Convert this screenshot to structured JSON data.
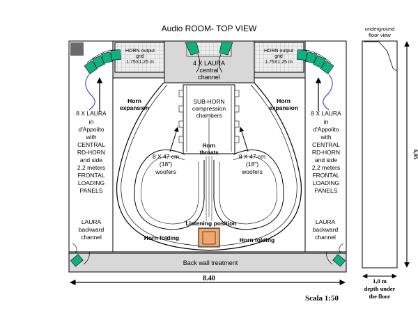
{
  "title": "Audio ROOM- TOP VIEW",
  "side_view": {
    "title_lines": [
      "underground",
      "floor view"
    ],
    "height_label": "6,95",
    "width_label": "1,0 m",
    "depth_lines": [
      "depth under",
      "the floor"
    ]
  },
  "dimensions": {
    "room_width": "8.40"
  },
  "scale": "Scala  1:50",
  "horn_grid_left": [
    "HORN output",
    "grid",
    "1.75X1.25 m"
  ],
  "horn_grid_right": [
    "HORN output",
    "grid",
    "1.75X1.25 m"
  ],
  "central_channel": [
    "4 X LAURA",
    "central",
    "channel"
  ],
  "horn_expansion_left": [
    "Horn",
    "expansion"
  ],
  "horn_expansion_right": [
    "Horn",
    "expansion"
  ],
  "sub_horn": [
    "SUB-HORN",
    "compression",
    "chambers"
  ],
  "horn_throats": [
    "Horn",
    "throats"
  ],
  "woofers_left": [
    "8 X 47 cm",
    "(18\")",
    "woofers"
  ],
  "woofers_right": [
    "8 X 47 cm",
    "(18\")",
    "woofers"
  ],
  "laura_left": [
    "8 X LAURA",
    "in",
    "d'Appolito",
    "with",
    "CENTRAL",
    "RD-HORN",
    "and side",
    "2.2 meters",
    "FRONTAL",
    "LOADING",
    "PANELS"
  ],
  "laura_right": [
    "8 X LAURA",
    "in",
    "d'Appolito",
    "with",
    "CENTRAL",
    "RD-HORN",
    "and side",
    "2.2 meters",
    "FRONTAL",
    "LOADING",
    "PANELS"
  ],
  "backward_left": [
    "LAURA",
    "backward",
    "channel"
  ],
  "backward_right": [
    "LAURA",
    "backward",
    "channel"
  ],
  "listening_position": "Listening position",
  "horn_folding_left": "Horn folding",
  "horn_folding_right": "Horn folding",
  "back_wall": "Back wall treatment",
  "colors": {
    "speaker": "#10b080",
    "grid_fill": "#e0e0e0",
    "wall": "#d8d8d8",
    "listener": "#f0a870",
    "cable": "#1030d0",
    "corner": "#6a6a6a"
  }
}
